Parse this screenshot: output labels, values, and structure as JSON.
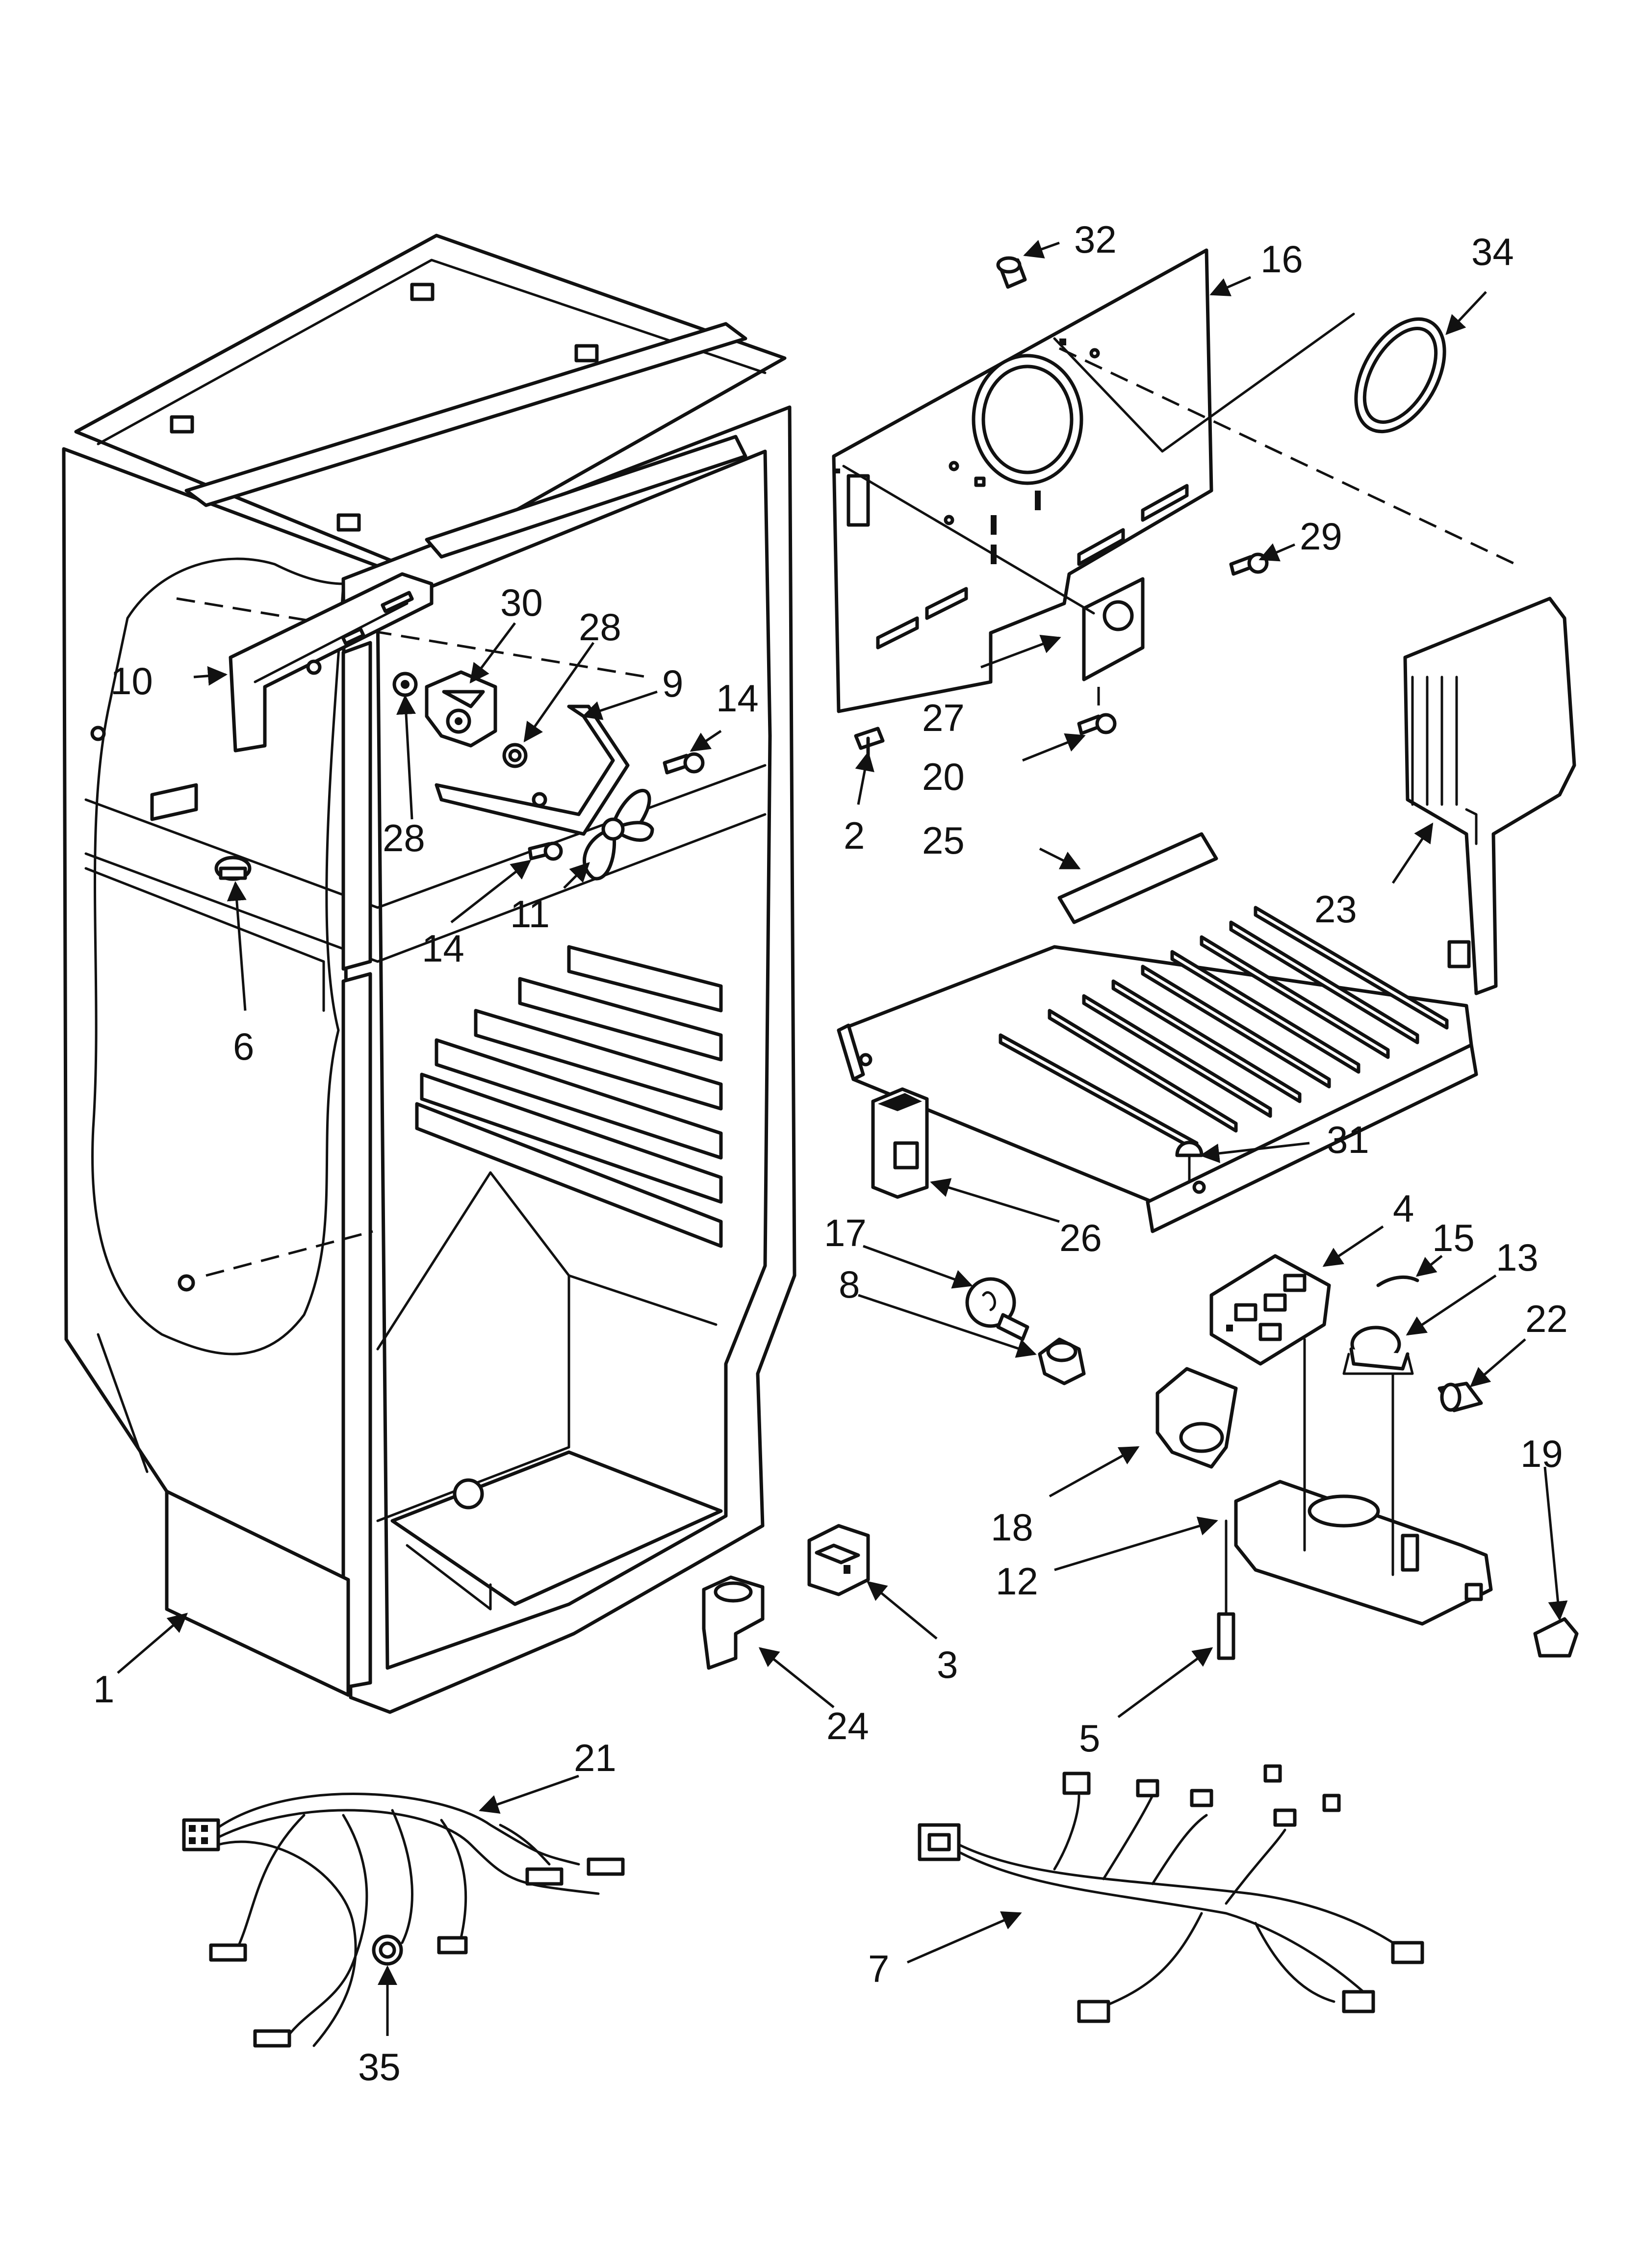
{
  "diagram": {
    "callouts": [
      {
        "id": "c1",
        "label": "1"
      },
      {
        "id": "c2",
        "label": "2"
      },
      {
        "id": "c3",
        "label": "3"
      },
      {
        "id": "c4",
        "label": "4"
      },
      {
        "id": "c5",
        "label": "5"
      },
      {
        "id": "c6",
        "label": "6"
      },
      {
        "id": "c7",
        "label": "7"
      },
      {
        "id": "c8",
        "label": "8"
      },
      {
        "id": "c9",
        "label": "9"
      },
      {
        "id": "c10",
        "label": "10"
      },
      {
        "id": "c11",
        "label": "11"
      },
      {
        "id": "c12",
        "label": "12"
      },
      {
        "id": "c13",
        "label": "13"
      },
      {
        "id": "c14a",
        "label": "14"
      },
      {
        "id": "c14b",
        "label": "14"
      },
      {
        "id": "c15",
        "label": "15"
      },
      {
        "id": "c16",
        "label": "16"
      },
      {
        "id": "c17",
        "label": "17"
      },
      {
        "id": "c18",
        "label": "18"
      },
      {
        "id": "c19",
        "label": "19"
      },
      {
        "id": "c20",
        "label": "20"
      },
      {
        "id": "c21",
        "label": "21"
      },
      {
        "id": "c22",
        "label": "22"
      },
      {
        "id": "c23",
        "label": "23"
      },
      {
        "id": "c24",
        "label": "24"
      },
      {
        "id": "c25",
        "label": "25"
      },
      {
        "id": "c26",
        "label": "26"
      },
      {
        "id": "c27",
        "label": "27"
      },
      {
        "id": "c28a",
        "label": "28"
      },
      {
        "id": "c28b",
        "label": "28"
      },
      {
        "id": "c29",
        "label": "29"
      },
      {
        "id": "c30",
        "label": "30"
      },
      {
        "id": "c31",
        "label": "31"
      },
      {
        "id": "c32",
        "label": "32"
      },
      {
        "id": "c34",
        "label": "34"
      },
      {
        "id": "c35",
        "label": "35"
      }
    ],
    "colors": {
      "line": "#111111",
      "background": "#ffffff"
    }
  }
}
